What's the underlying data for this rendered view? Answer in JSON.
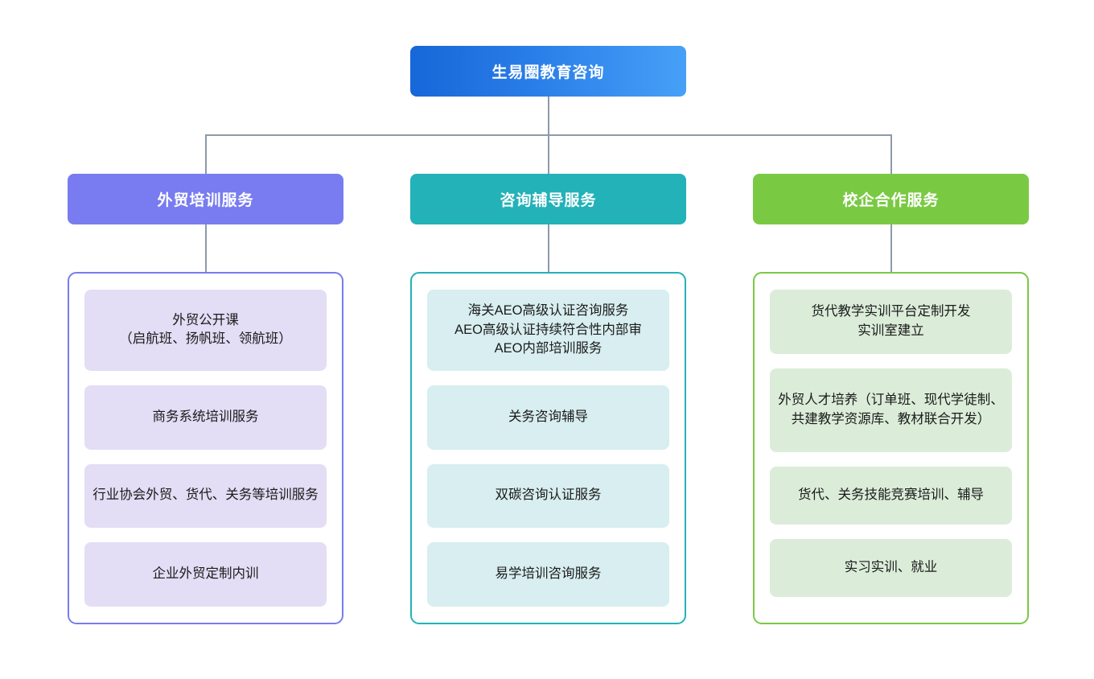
{
  "chart_data": {
    "type": "diagram",
    "title": "生易圈教育咨询 组织架构图",
    "layout": "org-chart-top-down"
  },
  "root": {
    "label": "生易圈教育咨询",
    "color_start": "#1667d8",
    "color_end": "#47a0f7",
    "text_color": "#ffffff"
  },
  "connector": {
    "color": "#8e9aaa"
  },
  "branches": [
    {
      "header_label": "外贸培训服务",
      "accent_color": "#787cf0",
      "card_color": "#e3ddf5",
      "items": [
        "外贸公开课\n（启航班、扬帆班、领航班）",
        "商务系统培训服务",
        "行业协会外贸、货代、关务等培训服务",
        "企业外贸定制内训"
      ]
    },
    {
      "header_label": "咨询辅导服务",
      "accent_color": "#22b2b8",
      "card_color": "#d8eef0",
      "items": [
        "海关AEO高级认证咨询服务\nAEO高级认证持续符合性内部审\nAEO内部培训服务",
        "关务咨询辅导",
        "双碳咨询认证服务",
        "易学培训咨询服务"
      ]
    },
    {
      "header_label": "校企合作服务",
      "accent_color": "#7ac943",
      "card_color": "#dbedd9",
      "items": [
        "货代教学实训平台定制开发\n实训室建立",
        "外贸人才培养（订单班、现代学徒制、共建教学资源库、教材联合开发）",
        "货代、关务技能竞赛培训、辅导",
        "实习实训、就业"
      ]
    }
  ]
}
